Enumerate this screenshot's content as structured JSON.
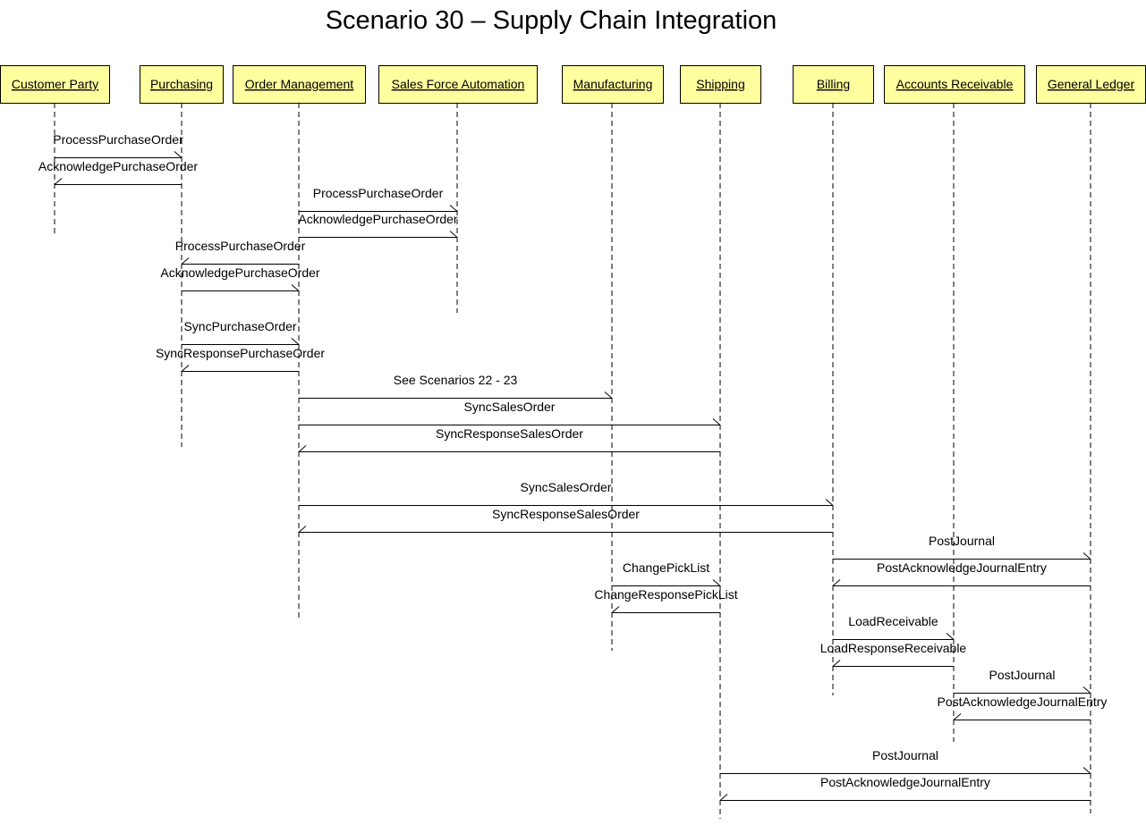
{
  "title": "Scenario 30 – Supply Chain Integration",
  "participants": [
    {
      "id": "customer",
      "label": "Customer Party"
    },
    {
      "id": "purchasing",
      "label": "Purchasing"
    },
    {
      "id": "order",
      "label": "Order Management"
    },
    {
      "id": "sfa",
      "label": "Sales Force Automation"
    },
    {
      "id": "mfg",
      "label": "Manufacturing"
    },
    {
      "id": "shipping",
      "label": "Shipping"
    },
    {
      "id": "billing",
      "label": "Billing"
    },
    {
      "id": "ar",
      "label": "Accounts Receivable"
    },
    {
      "id": "gl",
      "label": "General Ledger"
    }
  ],
  "messages": [
    {
      "from": "customer",
      "to": "purchasing",
      "label": "ProcessPurchaseOrder"
    },
    {
      "from": "purchasing",
      "to": "customer",
      "label": "AcknowledgePurchaseOrder"
    },
    {
      "from": "order",
      "to": "sfa",
      "label": "ProcessPurchaseOrder"
    },
    {
      "from": "order",
      "to": "sfa",
      "label": "AcknowledgePurchaseOrder"
    },
    {
      "from": "order",
      "to": "purchasing",
      "label": "ProcessPurchaseOrder"
    },
    {
      "from": "purchasing",
      "to": "order",
      "label": "AcknowledgePurchaseOrder"
    },
    {
      "from": "purchasing",
      "to": "order",
      "label": "SyncPurchaseOrder"
    },
    {
      "from": "order",
      "to": "purchasing",
      "label": "SyncResponsePurchaseOrder"
    },
    {
      "from": "order",
      "to": "mfg",
      "label": "See Scenarios 22 - 23"
    },
    {
      "from": "order",
      "to": "shipping",
      "label": "SyncSalesOrder"
    },
    {
      "from": "shipping",
      "to": "order",
      "label": "SyncResponseSalesOrder"
    },
    {
      "from": "order",
      "to": "billing",
      "label": "SyncSalesOrder"
    },
    {
      "from": "billing",
      "to": "order",
      "label": "SyncResponseSalesOrder"
    },
    {
      "from": "billing",
      "to": "gl",
      "label": "PostJournal"
    },
    {
      "from": "gl",
      "to": "billing",
      "label": "PostAcknowledgeJournalEntry"
    },
    {
      "from": "mfg",
      "to": "shipping",
      "label": "ChangePickList"
    },
    {
      "from": "shipping",
      "to": "mfg",
      "label": "ChangeResponsePickList"
    },
    {
      "from": "billing",
      "to": "ar",
      "label": "LoadReceivable"
    },
    {
      "from": "ar",
      "to": "billing",
      "label": "LoadResponseReceivable"
    },
    {
      "from": "ar",
      "to": "gl",
      "label": "PostJournal"
    },
    {
      "from": "gl",
      "to": "ar",
      "label": "PostAcknowledgeJournalEntry"
    },
    {
      "from": "shipping",
      "to": "gl",
      "label": "PostJournal"
    },
    {
      "from": "gl",
      "to": "shipping",
      "label": "PostAcknowledgeJournalEntry"
    }
  ]
}
